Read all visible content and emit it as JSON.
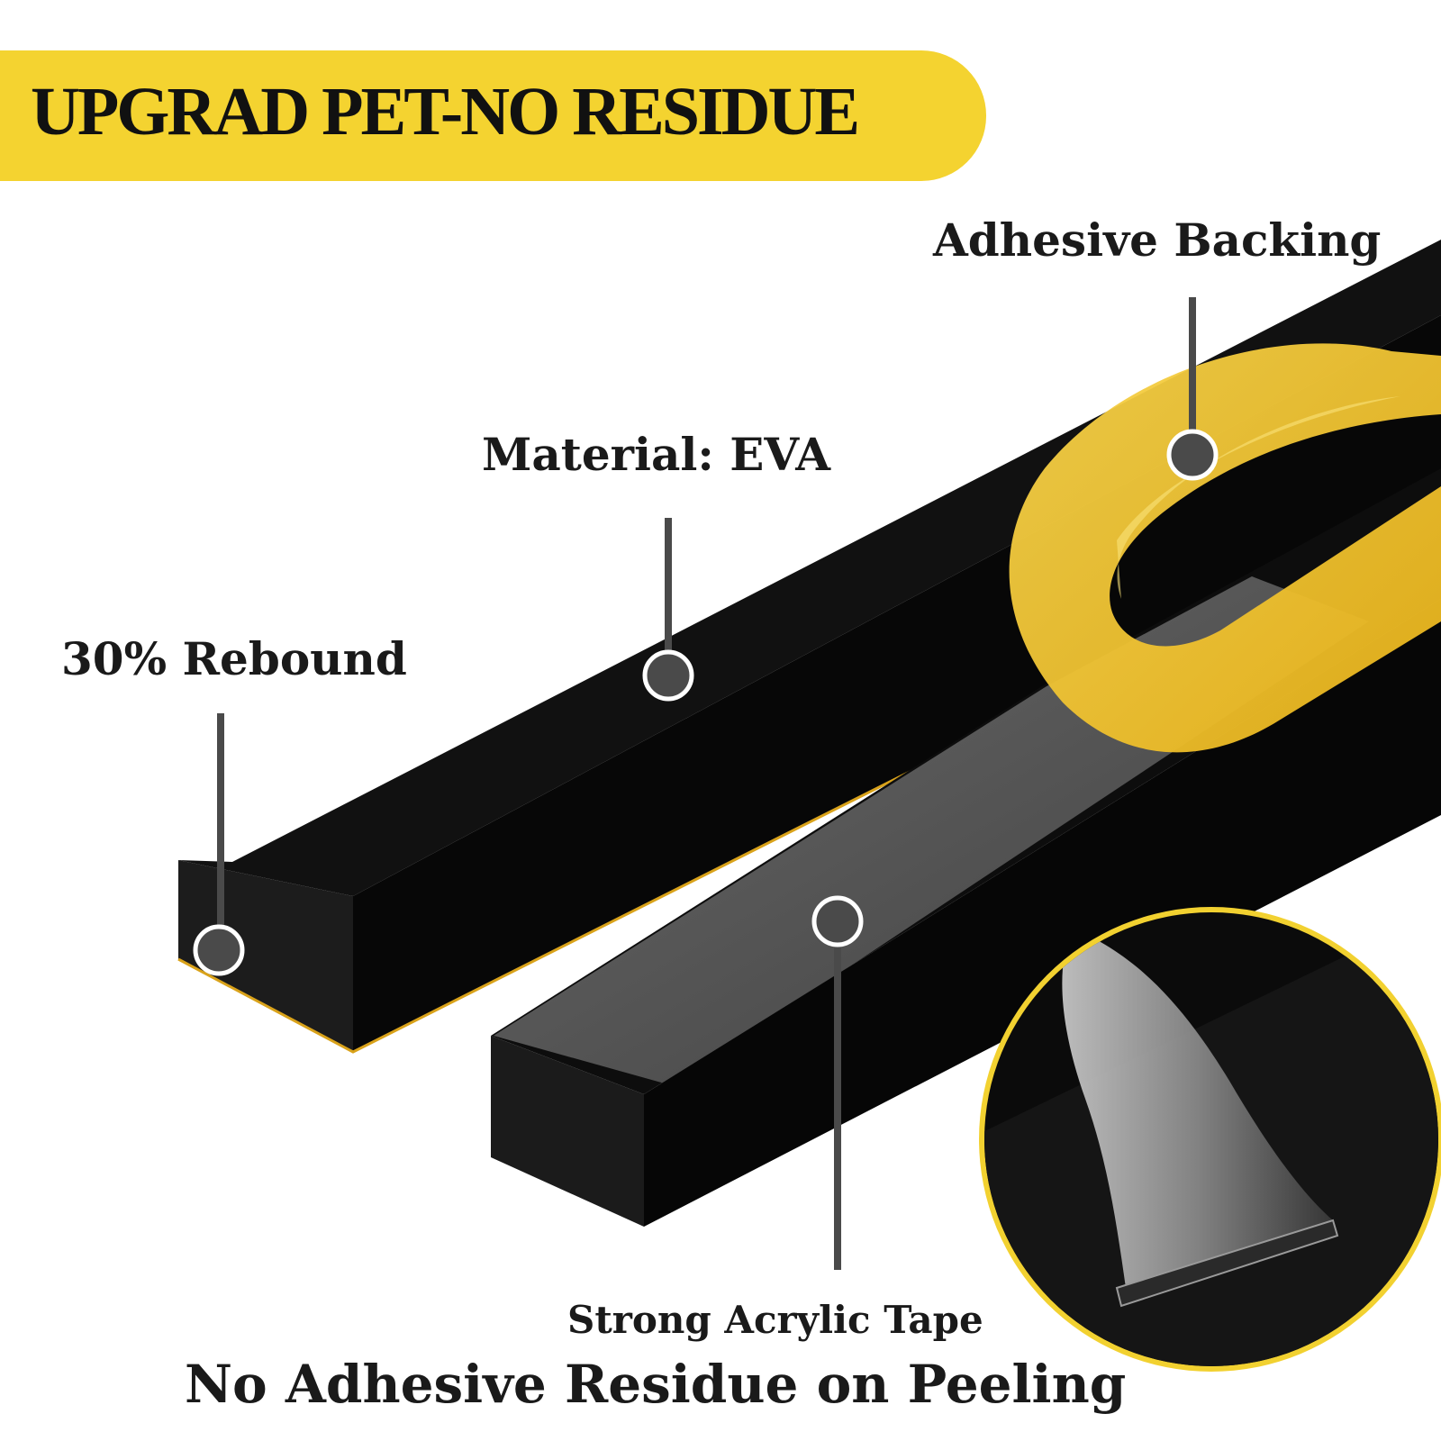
{
  "banner": {
    "title": "UPGRAD PET-NO RESIDUE",
    "background_color": "#f4d330",
    "text_color": "#111111"
  },
  "callouts": {
    "adhesive_backing": "Adhesive Backing",
    "material": "Material: EVA",
    "rebound": "30% Rebound",
    "tape": "Strong Acrylic Tape",
    "residue": "No Adhesive Residue on Peeling"
  },
  "colors": {
    "foam": "#0d0d0d",
    "foam_side": "#1a1a1a",
    "liner": "#f3c21c",
    "tape": "#4a4a4a",
    "marker": "#4a4a4a",
    "inset_ring": "#f2d130"
  }
}
